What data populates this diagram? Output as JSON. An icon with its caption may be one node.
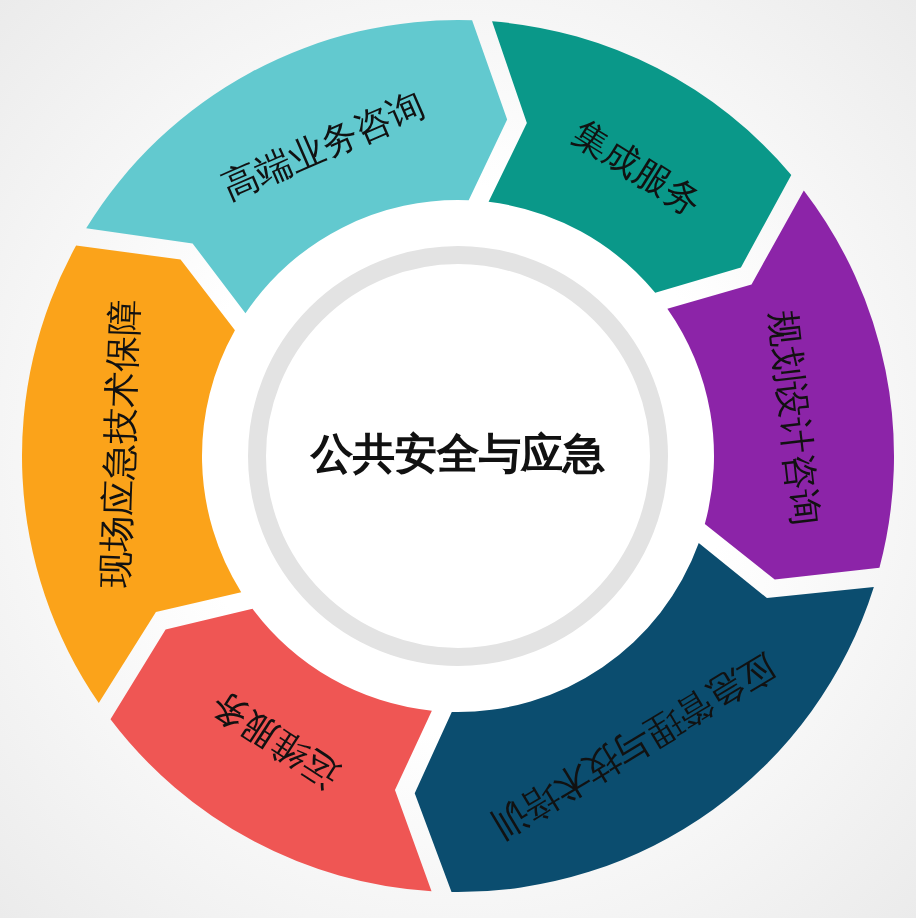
{
  "diagram": {
    "nodes": [
      {
        "text": [
          "公共安全与应急"
        ]
      },
      {
        "text": [
          "高端业务咨询"
        ]
      },
      {
        "text": [
          "集成服务"
        ]
      },
      {
        "text": [
          "规划设计咨询"
        ]
      },
      {
        "text": [
          "应急管理与技术培训"
        ]
      },
      {
        "text": [
          "运维服务"
        ]
      },
      {
        "text": [
          "现场应急技术保障"
        ]
      }
    ]
  }
}
